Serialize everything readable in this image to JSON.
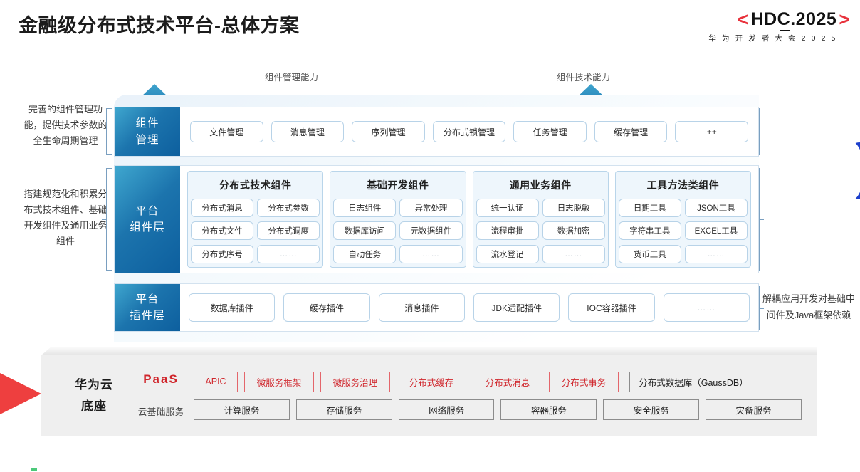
{
  "header": {
    "title": "金融级分布式技术平台-总体方案",
    "logo_bracket_left": "<",
    "logo_main": "HDC.2025",
    "logo_bracket_right": ">",
    "logo_sub": "华 为 开 发 者 大 会 2 0 2 5",
    "accent_red": "#e8323c"
  },
  "callouts": {
    "arrow_left_label": "组件管理能力",
    "arrow_right_label": "组件技术能力"
  },
  "side_captions": {
    "top": "完善的组件管理功能，提供技术参数的全生命周期管理",
    "middle": "搭建规范化和积累分布式技术组件、基础开发组件及通用业务组件",
    "right": "解耦应用开发对基础中间件及Java框架依赖"
  },
  "layers": {
    "component_management": {
      "head": "组件\n管理",
      "items": [
        "文件管理",
        "消息管理",
        "序列管理",
        "分布式锁管理",
        "任务管理",
        "缓存管理",
        "++"
      ]
    },
    "platform_component": {
      "head": "平台\n组件层",
      "groups": [
        {
          "title": "分布式技术组件",
          "items": [
            "分布式消息",
            "分布式参数",
            "分布式文件",
            "分布式调度",
            "分布式序号",
            "……"
          ]
        },
        {
          "title": "基础开发组件",
          "items": [
            "日志组件",
            "异常处理",
            "数据库访问",
            "元数据组件",
            "自动任务",
            "……"
          ]
        },
        {
          "title": "通用业务组件",
          "items": [
            "统一认证",
            "日志脱敏",
            "流程审批",
            "数据加密",
            "流水登记",
            "……"
          ]
        },
        {
          "title": "工具方法类组件",
          "items": [
            "日期工具",
            "JSON工具",
            "字符串工具",
            "EXCEL工具",
            "货币工具",
            "……"
          ]
        }
      ]
    },
    "platform_plugin": {
      "head": "平台\n插件层",
      "items": [
        "数据库插件",
        "缓存插件",
        "消息插件",
        "JDK适配插件",
        "IOC容器插件",
        "……"
      ]
    }
  },
  "foundation": {
    "brand": "华为云\n底座",
    "paas_label": "PaaS",
    "cloud_label": "云基础服务",
    "paas_items": [
      {
        "label": "APIC",
        "style": "red",
        "width": 62
      },
      {
        "label": "微服务框架",
        "style": "red",
        "width": 98
      },
      {
        "label": "微服务治理",
        "style": "red",
        "width": 98
      },
      {
        "label": "分布式缓存",
        "style": "red",
        "width": 98
      },
      {
        "label": "分布式消息",
        "style": "red",
        "width": 98
      },
      {
        "label": "分布式事务",
        "style": "red",
        "width": 98
      },
      {
        "label": "分布式数据库（GaussDB）",
        "style": "gray",
        "width": 180
      }
    ],
    "cloud_items": [
      "计算服务",
      "存储服务",
      "网络服务",
      "容器服务",
      "安全服务",
      "灾备服务"
    ]
  },
  "colors": {
    "layer_head_from": "#3fa7cf",
    "layer_head_to": "#0d5f9e",
    "pill_border": "#b8d3e8",
    "group_bg": "#eef6fc",
    "paas_red": "#d0262c",
    "decor_red": "#ee3f3f",
    "decor_blue": "#1d40cc",
    "decor_green": "#4cc97a"
  }
}
